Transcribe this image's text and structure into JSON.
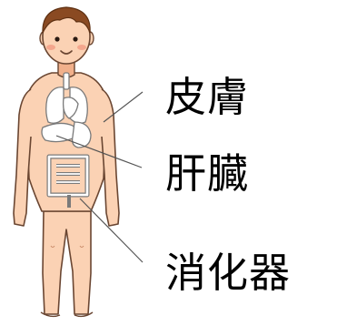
{
  "labels": {
    "skin": "皮膚",
    "liver": "肝臓",
    "digestive": "消化器"
  },
  "colors": {
    "skin_tone": "#fbd2b4",
    "skin_shadow": "#f1b08b",
    "hair": "#8a4a22",
    "outline": "#6a4632",
    "organ_fill": "#ffffff",
    "organ_line": "#7a7a7a",
    "cheek": "#f39b83",
    "leader_line": "#555555",
    "label_text": "#000000"
  },
  "icons": {
    "figure": "human-body-figure"
  }
}
